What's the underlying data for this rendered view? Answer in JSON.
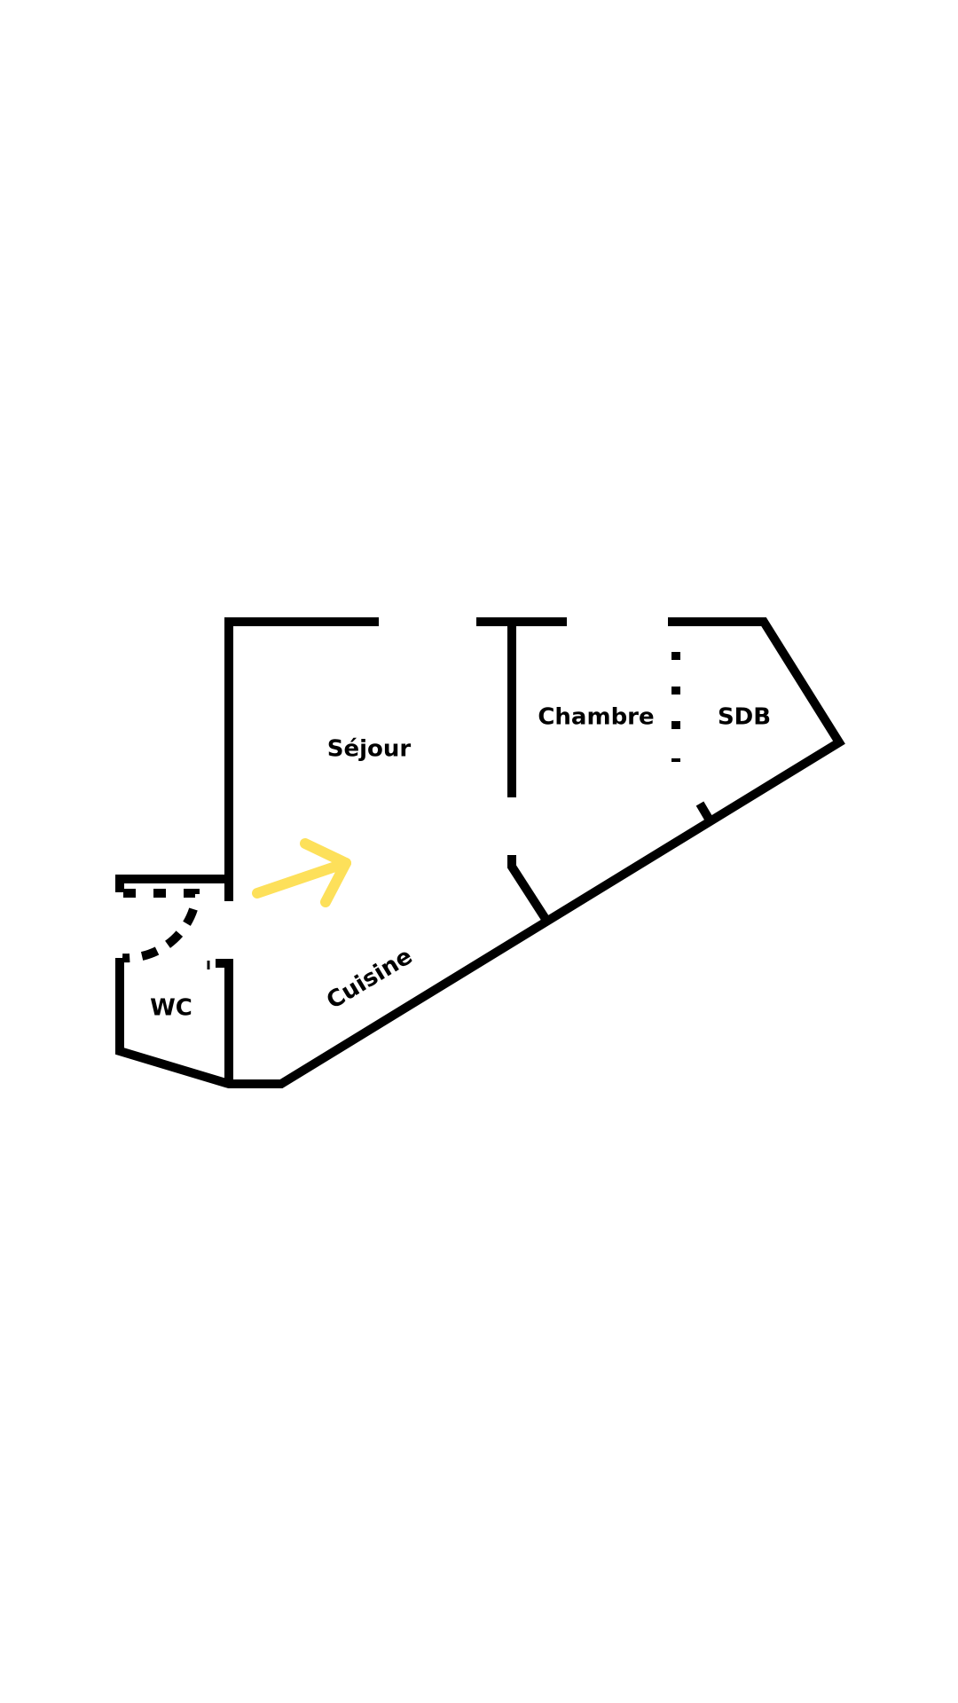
{
  "rooms": {
    "sejour": "Séjour",
    "chambre": "Chambre",
    "sdb": "SDB",
    "wc": "WC",
    "cuisine": "Cuisine"
  },
  "colors": {
    "walls": "#000000",
    "arrow": "#FDE05A",
    "background": "#FFFFFF"
  },
  "icons": {
    "entry_arrow": "arrow-up-right-icon"
  }
}
